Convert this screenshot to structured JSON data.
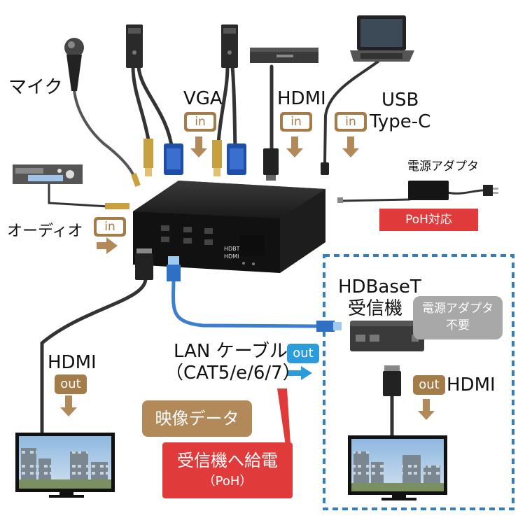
{
  "labels": {
    "mic": "マイク",
    "vga": "VGA",
    "hdmi_in": "HDMI",
    "usb_line1": "USB",
    "usb_line2": "Type-C",
    "power_adapter": "電源アダプタ",
    "poh_support": "PoH対応",
    "audio": "オーディオ",
    "hdbaset_line1": "HDBaseT",
    "hdbaset_line2": "受信機",
    "power_not_needed_line1": "電源アダプタ",
    "power_not_needed_line2": "不要",
    "hdmi_out_left": "HDMI",
    "hdmi_out_right": "HDMI",
    "lan_cable_line1": "LAN ケーブル",
    "lan_cable_line2": "（CAT5/e/6/7）",
    "video_data": "映像データ",
    "power_feed_line1": "受信機へ給電",
    "power_feed_line2": "（PoH）"
  },
  "badges": {
    "in": "in",
    "out": "out"
  },
  "device_text": {
    "hdbt": "HDBT",
    "hdmi": "HDMI"
  },
  "colors": {
    "brown": "#a47c4a",
    "blue": "#2b9bd9",
    "red": "#e03a3a",
    "cable_blue": "#3a7fd0",
    "grey": "#a8a8a8",
    "dashed_border": "#2f7fc4"
  },
  "icons": {
    "mic": "microphone-icon",
    "pc": "mini-pc-icon",
    "player": "media-player-icon",
    "laptop": "laptop-icon",
    "cd": "cd-player-icon",
    "switcher": "switcher-icon",
    "adapter": "power-adapter-icon",
    "receiver": "receiver-icon",
    "tv": "tv-icon"
  }
}
